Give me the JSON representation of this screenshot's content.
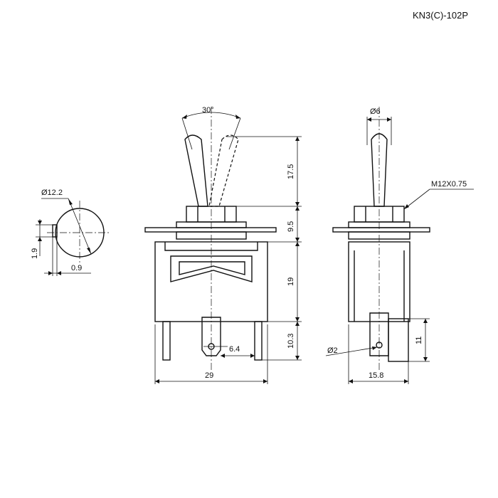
{
  "title": "KN3(C)-102P",
  "dimensions": {
    "toggle_angle": "30°",
    "lever_length": "17.5",
    "bushing_height": "9.5",
    "body_height": "19",
    "terminal_length": "10.3",
    "terminal_width": "6.4",
    "body_width": "29",
    "pin_hole_diameter": "Ø12.2",
    "pin_offset_y": "1.9",
    "pin_offset_x": "0.9",
    "lever_tip_diameter": "Ø6",
    "thread": "M12X0.75",
    "terminal_hole": "Ø2",
    "side_width": "15.8",
    "side_terminal_length": "11"
  }
}
